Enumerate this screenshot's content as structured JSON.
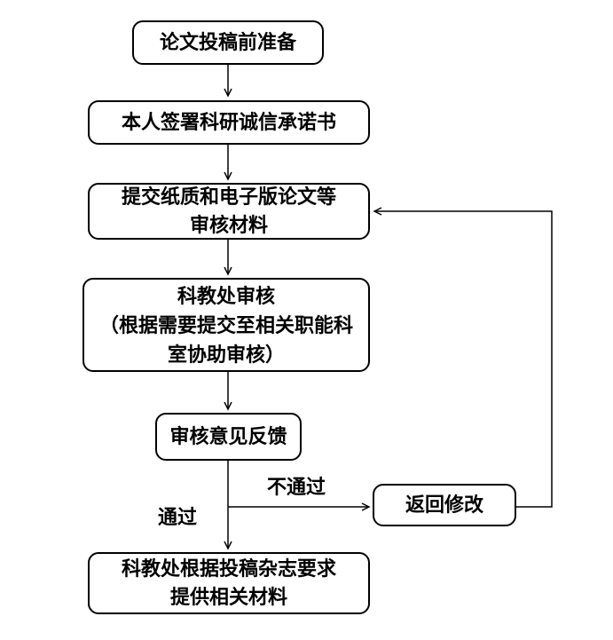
{
  "flowchart": {
    "type": "flowchart",
    "nodes": [
      {
        "id": "prepare",
        "label": "论文投稿前准备"
      },
      {
        "id": "sign-commitment",
        "label": "本人签署科研诚信承诺书"
      },
      {
        "id": "submit-materials",
        "label": "提交纸质和电子版论文等\n审核材料"
      },
      {
        "id": "dept-review",
        "label": "科教处审核\n（根据需要提交至相关职能科\n室协助审核）"
      },
      {
        "id": "feedback",
        "label": "审核意见反馈"
      },
      {
        "id": "revise",
        "label": "返回修改"
      },
      {
        "id": "provide-materials",
        "label": "科教处根据投稿杂志要求\n提供相关材料"
      }
    ],
    "edges": [
      {
        "from": "prepare",
        "to": "sign-commitment",
        "label": ""
      },
      {
        "from": "sign-commitment",
        "to": "submit-materials",
        "label": ""
      },
      {
        "from": "submit-materials",
        "to": "dept-review",
        "label": ""
      },
      {
        "from": "dept-review",
        "to": "feedback",
        "label": ""
      },
      {
        "from": "feedback",
        "to": "provide-materials",
        "label": "通过"
      },
      {
        "from": "feedback",
        "to": "revise",
        "label": "不通过"
      },
      {
        "from": "revise",
        "to": "submit-materials",
        "label": ""
      }
    ],
    "colors": {
      "line": "#000000",
      "node_border": "#000000",
      "node_fill": "#ffffff",
      "text": "#000000"
    }
  }
}
